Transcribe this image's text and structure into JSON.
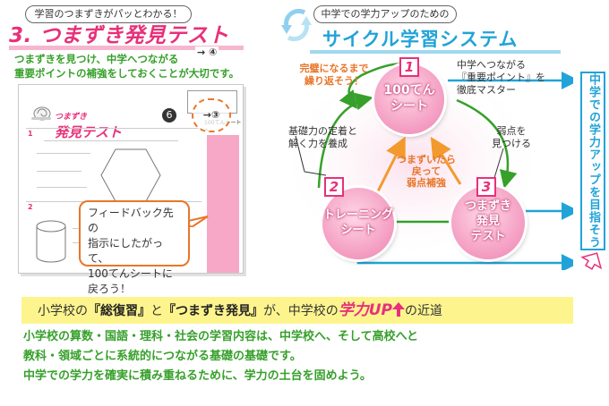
{
  "left": {
    "tag": "学習のつまずきがパッとわかる！",
    "heading_num": "3.",
    "heading_text": "つまずき発見テスト",
    "desc_line1": "つまずきを見つけ、中学へつながる",
    "desc_line2": "重要ポイントの補強をしておくことが大切です。",
    "worksheet": {
      "title_small": "つまずき",
      "title": "発見テスト",
      "number": "6",
      "ref_top": "④",
      "ref_mid": "③",
      "label_top": "100てんシートへ"
    },
    "feedback_line1": "フィードバック先の",
    "feedback_line2": "指示にしたがって、",
    "feedback_line3": "100てんシートに",
    "feedback_line4": "戻ろう！"
  },
  "right": {
    "tag": "中学での学力アップのための",
    "title": "サイクル学習システム",
    "repeat_note_1": "完璧になるまで",
    "repeat_note_2": "繰り返そう！",
    "b1_num": "1",
    "b1_line1": "100てん",
    "b1_line2": "シート",
    "b2_num": "2",
    "b2_line1": "トレーニング",
    "b2_line2": "シート",
    "b3_num": "3",
    "b3_line1": "つまずき",
    "b3_line2": "発見",
    "b3_line3": "テスト",
    "n1_line1": "中学へつながる",
    "n1_line2": "『重要ポイント』を",
    "n1_line3": "徹底マスター",
    "n2_line1": "基礎力の定着と",
    "n2_line2": "解く力を養成",
    "n3_line1": "弱点を",
    "n3_line2": "見つける",
    "center_line1": "つまずいたら",
    "center_line2": "戻って",
    "center_line3": "弱点補強",
    "side_text": "中学での学力アップを目指そう"
  },
  "banner": {
    "part1": "小学校の",
    "part2": "『総復習』",
    "part3": "と",
    "part4": "『つまずき発見』",
    "part5": "が、中学校の",
    "part6": "学力UP",
    "part7": "の近道"
  },
  "bottom": {
    "line1": "小学校の算数・国語・理科・社会の学習内容は、中学校へ、そして高校へと",
    "line2": "教科・領域ごとに系統的につながる基礎の基礎です。",
    "line3": "中学での学力を確実に積み重ねるために、学力の土台を固めよう。"
  },
  "colors": {
    "pink": "#e8307a",
    "green": "#36a02a",
    "blue": "#22a3d8",
    "orange": "#e8762a",
    "yellow": "#fdf48e"
  }
}
